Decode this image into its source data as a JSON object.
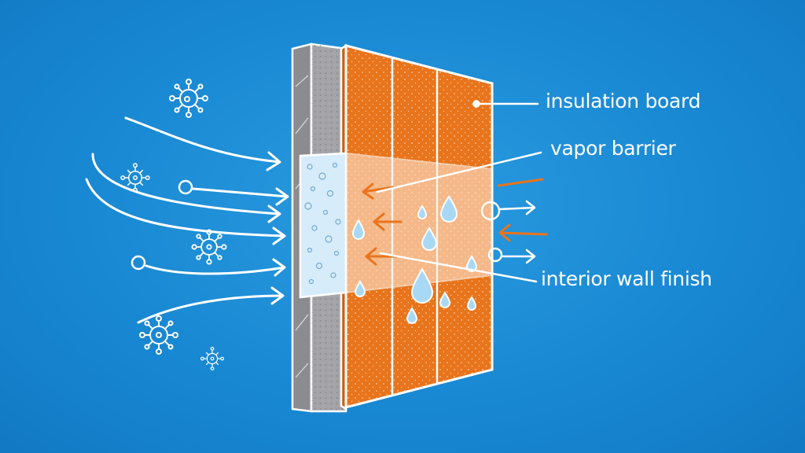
{
  "labels": {
    "insulation_board": "insulation board",
    "vapor_barrier": "vapor barrier",
    "interior_wall_finish": "interior wall finish"
  },
  "colors": {
    "background": "#1a8fd8",
    "insulation": "#e8741c",
    "concrete": "#9e9ea2",
    "vapor_layer": "#f7c9a4",
    "droplet": "#a9d8f5",
    "outline": "#ffffff",
    "warm_arrow": "#e8741c"
  },
  "icons": [
    "virus-icon",
    "particle-icon",
    "water-droplet-icon",
    "airflow-arrow-icon"
  ]
}
